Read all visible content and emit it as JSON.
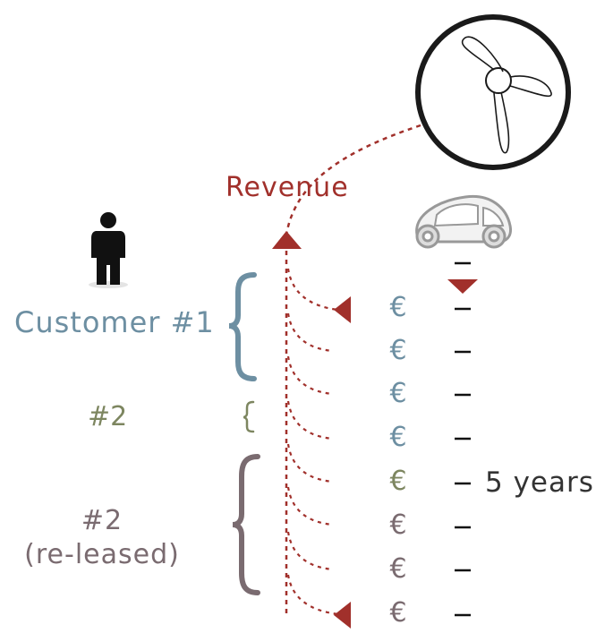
{
  "labels": {
    "revenue": "Revenue",
    "customer1": "Customer #1",
    "customer2": "#2",
    "customer2_released_line1": "#2",
    "customer2_released_line2": "(re-leased)",
    "duration": "5 years"
  },
  "currency_symbol": "€",
  "payments": [
    {
      "symbol": "€",
      "customer": "customer1",
      "color": "#6d8fa2"
    },
    {
      "symbol": "€",
      "customer": "customer1",
      "color": "#6d8fa2"
    },
    {
      "symbol": "€",
      "customer": "customer1",
      "color": "#6d8fa2"
    },
    {
      "symbol": "€",
      "customer": "customer1",
      "color": "#6d8fa2"
    },
    {
      "symbol": "€",
      "customer": "customer2",
      "color": "#7d8660"
    },
    {
      "symbol": "€",
      "customer": "customer2_released",
      "color": "#7a6b70"
    },
    {
      "symbol": "€",
      "customer": "customer2_released",
      "color": "#7a6b70"
    },
    {
      "symbol": "€",
      "customer": "customer2_released",
      "color": "#7a6b70"
    }
  ],
  "icons": [
    "person-icon",
    "car-icon",
    "wind-turbine-icon"
  ],
  "colors": {
    "customer1": "#6d8fa2",
    "customer2": "#7d8660",
    "customer2_released": "#7a6b70",
    "revenue_arrow": "#a1302b",
    "ink": "#222222"
  }
}
